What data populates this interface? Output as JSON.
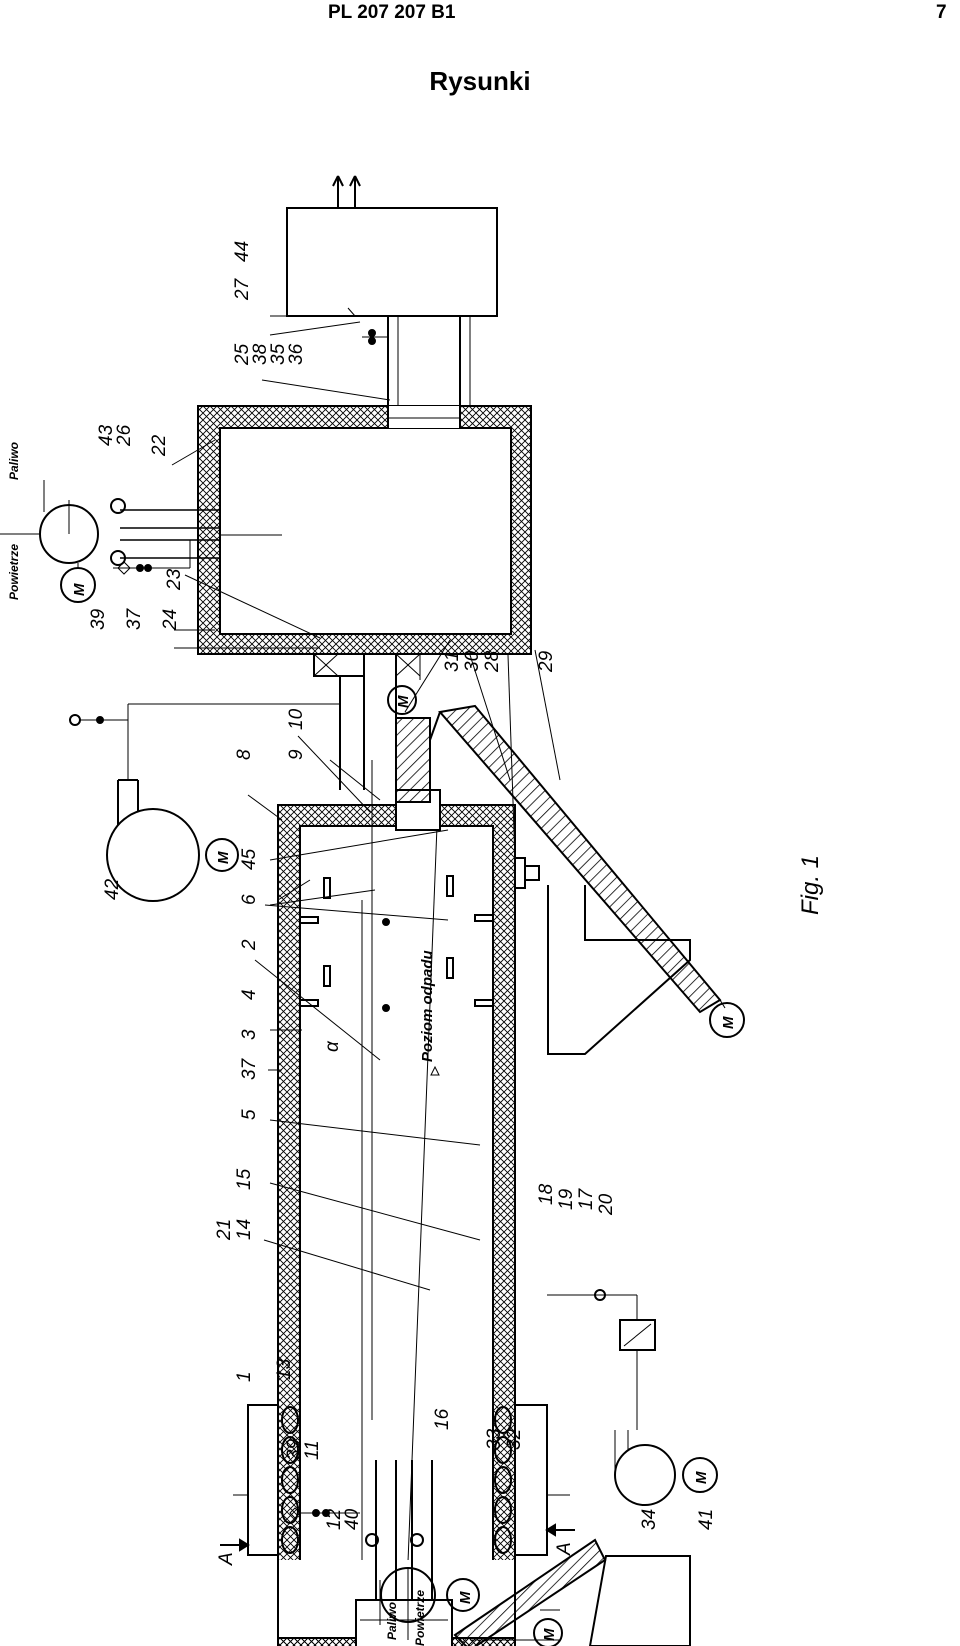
{
  "header": {
    "left": "PL 207 207 B1",
    "right": "7"
  },
  "title": "Rysunki",
  "figure": {
    "caption": "Fig. 1",
    "motor_symbol": "M",
    "words": {
      "paliwo_top": "Paliwo",
      "powietrze_top": "Powietrze",
      "paliwo_bottom": "Paliwo",
      "powietrze_bottom": "Powietrze",
      "poziom": "Poziom odpadu",
      "alpha": "α",
      "section_a1": "A",
      "section_a2": "A"
    },
    "refs": {
      "r1": "1",
      "r2": "2",
      "r3": "3",
      "r4": "4",
      "r5": "5",
      "r6": "6",
      "r8": "8",
      "r9": "9",
      "r10": "10",
      "r11": "11",
      "r12": "12",
      "r13": "13",
      "r14": "14",
      "r15": "15",
      "r16": "16",
      "r17": "17",
      "r18": "18",
      "r19": "19",
      "r20": "20",
      "r21": "21",
      "r22": "22",
      "r23": "23",
      "r24": "24",
      "r25": "25",
      "r26": "26",
      "r27": "27",
      "r28": "28",
      "r29": "29",
      "r30": "30",
      "r31": "31",
      "r32": "32",
      "r33": "33",
      "r34": "34",
      "r35": "35",
      "r36": "36",
      "r37a": "37",
      "r37b": "37",
      "r38": "38",
      "r39a": "39",
      "r39b": "39",
      "r40": "40",
      "r41": "41",
      "r42": "42",
      "r43": "43",
      "r44": "44",
      "r45": "45"
    }
  }
}
